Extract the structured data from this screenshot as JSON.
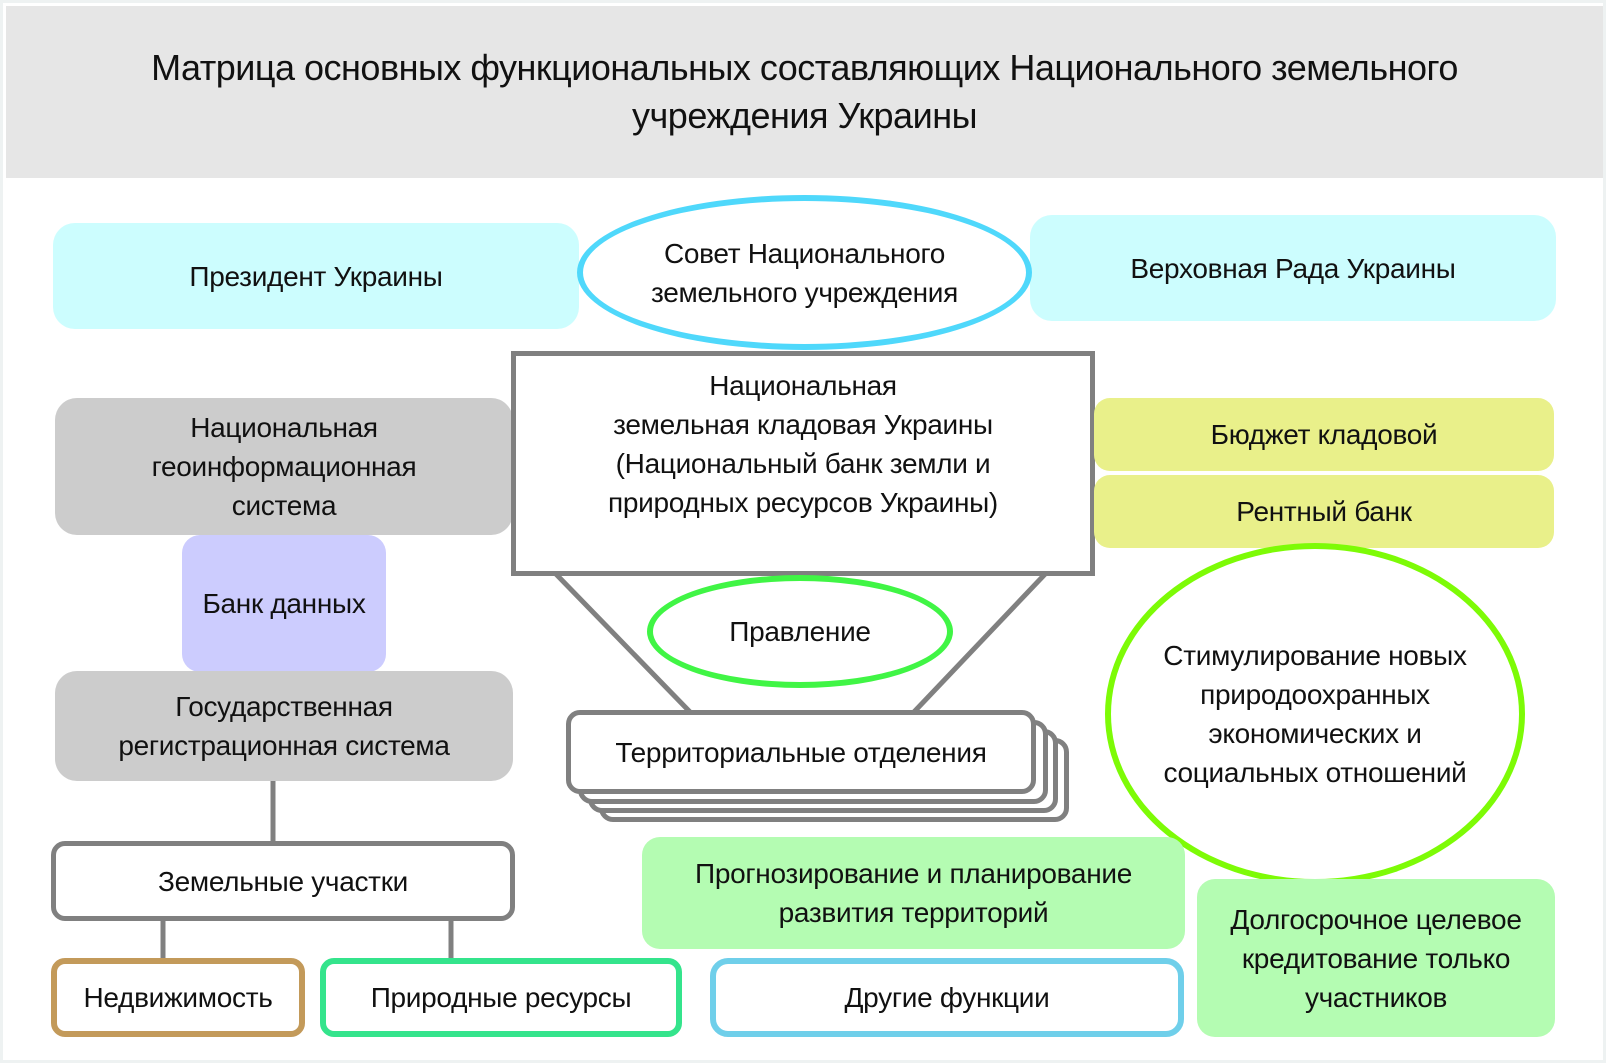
{
  "title": "Матрица основных функциональных составляющих Национального земельного учреждения Украины",
  "colors": {
    "header_bg": "#e6e6e6",
    "cyan_fill": "#ccfdfe",
    "gray_fill": "#cccccc",
    "violet_fill": "#ccccfe",
    "yellow_fill": "#e9f08a",
    "green_fill": "#b4fcb2",
    "council_border": "#4fd8fb",
    "board_border": "#40f545",
    "stimulus_border": "#7dfb06",
    "realty_border": "#c39a5a",
    "natural_border": "#34e48c",
    "other_border": "#6fcfea",
    "connector": "#808080"
  },
  "nodes": {
    "president": "Президент Украины",
    "council": "Совет Национального земельного учреждения",
    "rada": "Верховная Рада Украины",
    "geo_system": "Национальная геоинформационная система",
    "data_bank": "Банк данных",
    "registration": "Государственная регистрационная система",
    "land_plots": "Земельные участки",
    "real_estate": "Недвижимость",
    "natural_resources": "Природные ресурсы",
    "storehouse_line1": "Национальная",
    "storehouse_line2": "земельная кладовая Украины",
    "storehouse_line3": "(Национальный банк земли и",
    "storehouse_line4": "природных ресурсов Украины)",
    "board": "Правление",
    "territorial": "Территориальные отделения",
    "budget": "Бюджет кладовой",
    "rent_bank": "Рентный банк",
    "stimulus": "Стимулирование новых природоохранных экономических и социальных отношений",
    "forecasting": "Прогнозирование и планирование развития территорий",
    "other_functions": "Другие функции",
    "credit": "Долгосрочное целевое кредитование только участников"
  }
}
